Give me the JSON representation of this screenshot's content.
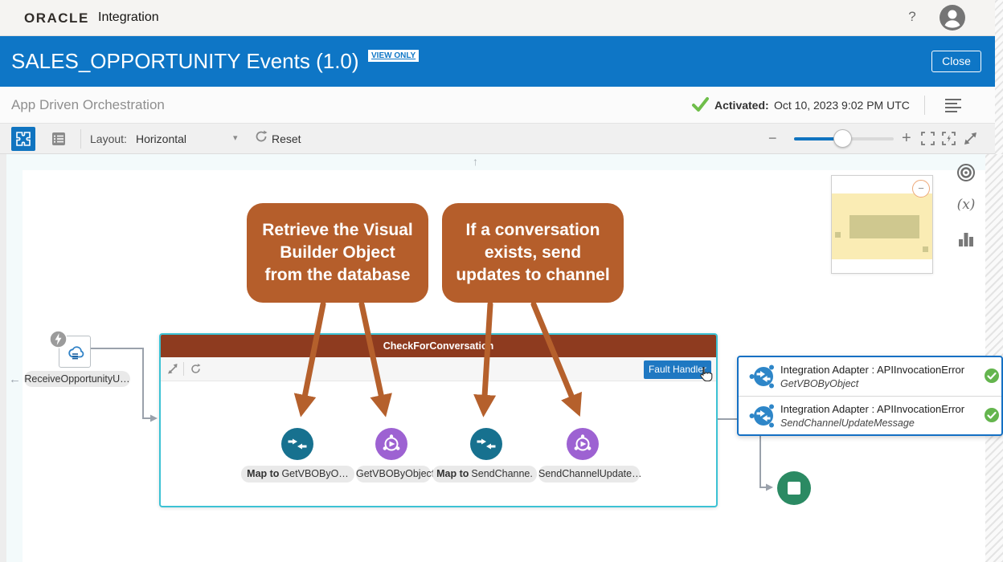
{
  "topbar": {
    "brand": "ORACLE",
    "product": "Integration"
  },
  "header": {
    "title": "SALES_OPPORTUNITY Events (1.0)",
    "view_only_badge": "VIEW ONLY",
    "close_button": "Close"
  },
  "subheader": {
    "pattern": "App Driven Orchestration",
    "activated_label": "Activated:",
    "activated_time": "Oct 10, 2023 9:02 PM UTC"
  },
  "toolbar": {
    "layout_label": "Layout:",
    "layout_value": "Horizontal",
    "reset_label": "Reset",
    "zoom_level_percent": 48
  },
  "icons": {
    "help": "?",
    "caret_down": "▾",
    "zoom_out": "−",
    "zoom_in": "+",
    "scroll_up": "↑",
    "back_arrow": "←",
    "minimap_collapse": "−"
  },
  "canvas": {
    "callouts": [
      {
        "line1": "Retrieve the Visual",
        "line2": "Builder Object",
        "line3": "from the database"
      },
      {
        "line1": "If a conversation",
        "line2": "exists, send",
        "line3": "updates to channel"
      }
    ],
    "trigger": {
      "label": "ReceiveOpportunityU…"
    },
    "scope": {
      "title": "CheckForConversation",
      "fault_handler_button": "Fault Handler",
      "steps": [
        {
          "kind": "map",
          "prefix": "Map to",
          "name": "GetVBOByO…"
        },
        {
          "kind": "invoke",
          "prefix": "",
          "name": "GetVBOByObject"
        },
        {
          "kind": "map",
          "prefix": "Map to",
          "name": "SendChanne."
        },
        {
          "kind": "invoke",
          "prefix": "",
          "name": "SendChannelUpdate…"
        }
      ]
    },
    "fault_card": {
      "rows": [
        {
          "title": "Integration Adapter : APIInvocationError",
          "subtitle": "GetVBOByObject",
          "status": "success"
        },
        {
          "title": "Integration Adapter : APIInvocationError",
          "subtitle": "SendChannelUpdateMessage",
          "status": "success"
        }
      ]
    }
  },
  "colors": {
    "header_blue": "#0e76c6",
    "accent_blue": "#1074c0",
    "callout_orange": "#b55e2b",
    "scope_header_brown": "#8e3b1f",
    "scope_border_cyan": "#3cc2d4",
    "map_teal": "#17718f",
    "invoke_purple": "#9d62d2",
    "stop_green": "#2b8a63",
    "success_green": "#64b54e",
    "activated_green": "#6fbe4a",
    "connector_gray": "#9aa1ab",
    "minimap_yellow": "#faecb4"
  }
}
